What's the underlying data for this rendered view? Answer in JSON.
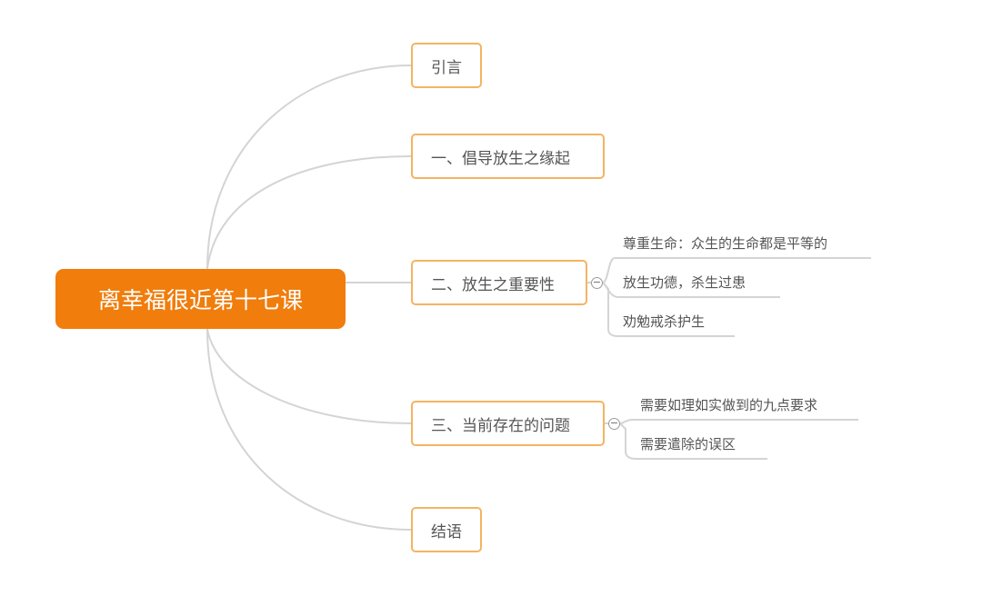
{
  "root": {
    "label": "离幸福很近第十七课"
  },
  "topics": [
    {
      "label": "引言"
    },
    {
      "label": "一、倡导放生之缘起"
    },
    {
      "label": "二、放生之重要性"
    },
    {
      "label": "三、当前存在的问题"
    },
    {
      "label": "结语"
    }
  ],
  "subtopics_2": [
    {
      "label": "尊重生命：众生的生命都是平等的"
    },
    {
      "label": "放生功德，杀生过患"
    },
    {
      "label": "劝勉戒杀护生"
    }
  ],
  "subtopics_3": [
    {
      "label": "需要如理如实做到的九点要求"
    },
    {
      "label": "需要遣除的误区"
    }
  ],
  "collapse_symbol": "−",
  "colors": {
    "root_fill": "#f07d0c",
    "topic_border": "#f3b463",
    "connector": "#d4d4d4"
  }
}
